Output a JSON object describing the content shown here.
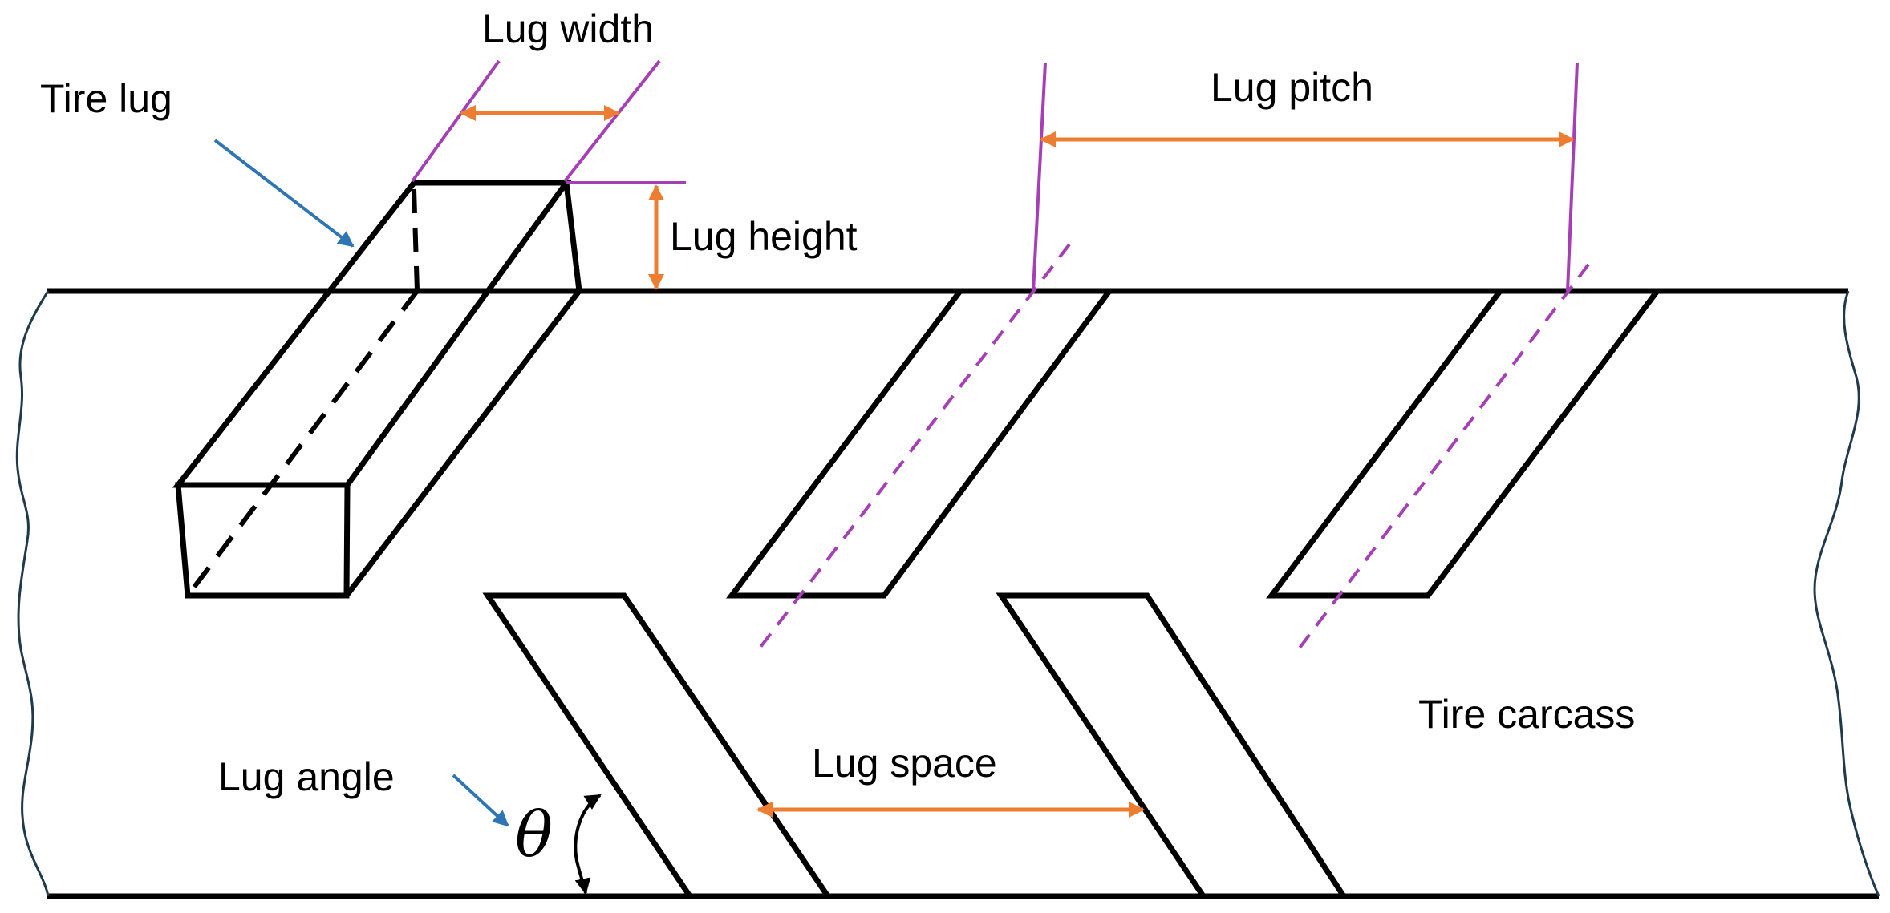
{
  "labels": {
    "tire_lug": "Tire lug",
    "lug_width": "Lug width",
    "lug_height": "Lug height",
    "lug_pitch": "Lug pitch",
    "lug_space": "Lug space",
    "lug_angle": "Lug angle",
    "theta": "θ",
    "tire_carcass": "Tire carcass"
  },
  "colors": {
    "outline": "#000000",
    "dimension_arrow": "#ed7d31",
    "reference_line": "#a63fb5",
    "pointer_arrow": "#2e75b6"
  }
}
